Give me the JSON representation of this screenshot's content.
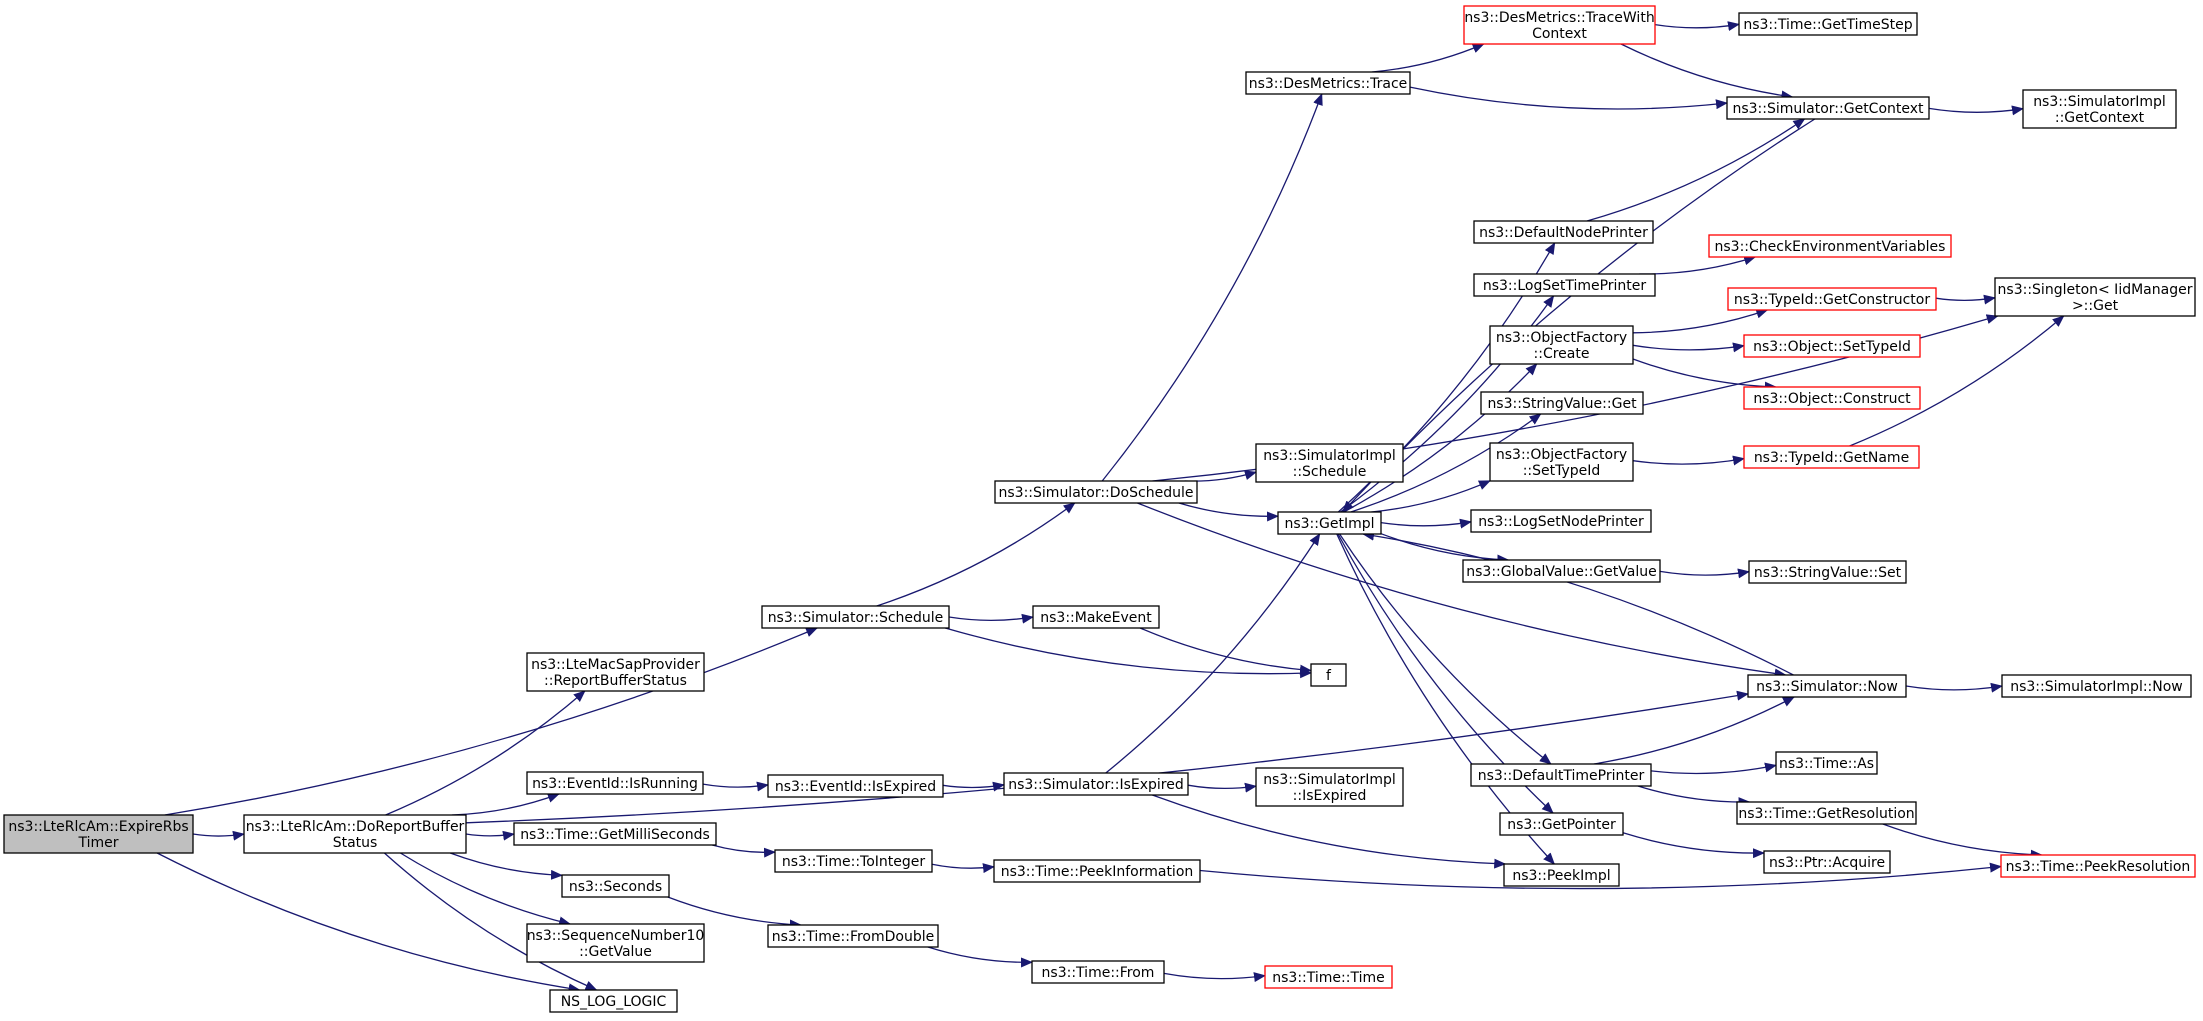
{
  "colors": {
    "edge": "#191970",
    "root_fill": "#bfbfbf",
    "node_border": "#000000",
    "truncated_border": "#ff0000",
    "background": "#ffffff"
  },
  "nodes": [
    {
      "id": "expire",
      "lines": [
        "ns3::LteRlcAm::ExpireRbs",
        "Timer"
      ],
      "style": "root"
    },
    {
      "id": "doreport",
      "lines": [
        "ns3::LteRlcAm::DoReportBuffer",
        "Status"
      ],
      "style": "normal"
    },
    {
      "id": "schedule",
      "lines": [
        "ns3::Simulator::Schedule"
      ],
      "style": "normal"
    },
    {
      "id": "lmsp",
      "lines": [
        "ns3::LteMacSapProvider",
        "::ReportBufferStatus"
      ],
      "style": "normal"
    },
    {
      "id": "evrun",
      "lines": [
        "ns3::EventId::IsRunning"
      ],
      "style": "normal"
    },
    {
      "id": "getms",
      "lines": [
        "ns3::Time::GetMilliSeconds"
      ],
      "style": "normal"
    },
    {
      "id": "seconds",
      "lines": [
        "ns3::Seconds"
      ],
      "style": "normal"
    },
    {
      "id": "seq10",
      "lines": [
        "ns3::SequenceNumber10",
        "::GetValue"
      ],
      "style": "normal"
    },
    {
      "id": "nslog",
      "lines": [
        "NS_LOG_LOGIC"
      ],
      "style": "normal"
    },
    {
      "id": "doschedule",
      "lines": [
        "ns3::Simulator::DoSchedule"
      ],
      "style": "normal"
    },
    {
      "id": "makeevent",
      "lines": [
        "ns3::MakeEvent"
      ],
      "style": "normal"
    },
    {
      "id": "evexp",
      "lines": [
        "ns3::EventId::IsExpired"
      ],
      "style": "normal"
    },
    {
      "id": "toint",
      "lines": [
        "ns3::Time::ToInteger"
      ],
      "style": "normal"
    },
    {
      "id": "fromdouble",
      "lines": [
        "ns3::Time::FromDouble"
      ],
      "style": "normal"
    },
    {
      "id": "desmtrace",
      "lines": [
        "ns3::DesMetrics::Trace"
      ],
      "style": "normal"
    },
    {
      "id": "simimplsched",
      "lines": [
        "ns3::SimulatorImpl",
        "::Schedule"
      ],
      "style": "normal"
    },
    {
      "id": "getimpl",
      "lines": [
        "ns3::GetImpl"
      ],
      "style": "normal"
    },
    {
      "id": "f",
      "lines": [
        "f"
      ],
      "style": "normal"
    },
    {
      "id": "simisexp",
      "lines": [
        "ns3::Simulator::IsExpired"
      ],
      "style": "normal"
    },
    {
      "id": "peekinfo",
      "lines": [
        "ns3::Time::PeekInformation"
      ],
      "style": "normal"
    },
    {
      "id": "timefrom",
      "lines": [
        "ns3::Time::From"
      ],
      "style": "normal"
    },
    {
      "id": "tracectx",
      "lines": [
        "ns3::DesMetrics::TraceWith",
        "Context"
      ],
      "style": "truncated"
    },
    {
      "id": "defnode",
      "lines": [
        "ns3::DefaultNodePrinter"
      ],
      "style": "normal"
    },
    {
      "id": "logtime",
      "lines": [
        "ns3::LogSetTimePrinter"
      ],
      "style": "normal"
    },
    {
      "id": "objcreate",
      "lines": [
        "ns3::ObjectFactory",
        "::Create"
      ],
      "style": "normal"
    },
    {
      "id": "strget",
      "lines": [
        "ns3::StringValue::Get"
      ],
      "style": "normal"
    },
    {
      "id": "objsettype",
      "lines": [
        "ns3::ObjectFactory",
        "::SetTypeId"
      ],
      "style": "normal"
    },
    {
      "id": "lognode",
      "lines": [
        "ns3::LogSetNodePrinter"
      ],
      "style": "normal"
    },
    {
      "id": "gvget",
      "lines": [
        "ns3::GlobalValue::GetValue"
      ],
      "style": "normal"
    },
    {
      "id": "simimplisexp",
      "lines": [
        "ns3::SimulatorImpl",
        "::IsExpired"
      ],
      "style": "normal"
    },
    {
      "id": "deftime",
      "lines": [
        "ns3::DefaultTimePrinter"
      ],
      "style": "normal"
    },
    {
      "id": "getptr",
      "lines": [
        "ns3::GetPointer"
      ],
      "style": "normal"
    },
    {
      "id": "peekimpl",
      "lines": [
        "ns3::PeekImpl"
      ],
      "style": "normal"
    },
    {
      "id": "timetime",
      "lines": [
        "ns3::Time::Time"
      ],
      "style": "truncated"
    },
    {
      "id": "timestep",
      "lines": [
        "ns3::Time::GetTimeStep"
      ],
      "style": "normal"
    },
    {
      "id": "getctx",
      "lines": [
        "ns3::Simulator::GetContext"
      ],
      "style": "normal"
    },
    {
      "id": "checkenv",
      "lines": [
        "ns3::CheckEnvironmentVariables"
      ],
      "style": "truncated"
    },
    {
      "id": "getctor",
      "lines": [
        "ns3::TypeId::GetConstructor"
      ],
      "style": "truncated"
    },
    {
      "id": "objsettid",
      "lines": [
        "ns3::Object::SetTypeId"
      ],
      "style": "truncated"
    },
    {
      "id": "objconstruct",
      "lines": [
        "ns3::Object::Construct"
      ],
      "style": "truncated"
    },
    {
      "id": "getname",
      "lines": [
        "ns3::TypeId::GetName"
      ],
      "style": "truncated"
    },
    {
      "id": "strset",
      "lines": [
        "ns3::StringValue::Set"
      ],
      "style": "normal"
    },
    {
      "id": "simnow",
      "lines": [
        "ns3::Simulator::Now"
      ],
      "style": "normal"
    },
    {
      "id": "timeas",
      "lines": [
        "ns3::Time::As"
      ],
      "style": "normal"
    },
    {
      "id": "getres",
      "lines": [
        "ns3::Time::GetResolution"
      ],
      "style": "normal"
    },
    {
      "id": "ptracq",
      "lines": [
        "ns3::Ptr::Acquire"
      ],
      "style": "normal"
    },
    {
      "id": "simimplctx",
      "lines": [
        "ns3::SimulatorImpl",
        "::GetContext"
      ],
      "style": "normal"
    },
    {
      "id": "singleton",
      "lines": [
        "ns3::Singleton< IidManager",
        ">::Get"
      ],
      "style": "normal"
    },
    {
      "id": "simimplnow",
      "lines": [
        "ns3::SimulatorImpl::Now"
      ],
      "style": "normal"
    },
    {
      "id": "peekres",
      "lines": [
        "ns3::Time::PeekResolution"
      ],
      "style": "truncated"
    }
  ],
  "edges": [
    [
      "expire",
      "doreport"
    ],
    [
      "expire",
      "schedule"
    ],
    [
      "expire",
      "nslog"
    ],
    [
      "doreport",
      "lmsp"
    ],
    [
      "doreport",
      "evrun"
    ],
    [
      "doreport",
      "getms"
    ],
    [
      "doreport",
      "seconds"
    ],
    [
      "doreport",
      "seq10"
    ],
    [
      "doreport",
      "nslog"
    ],
    [
      "doreport",
      "simnow"
    ],
    [
      "schedule",
      "doschedule"
    ],
    [
      "schedule",
      "makeevent"
    ],
    [
      "schedule",
      "f"
    ],
    [
      "evrun",
      "evexp"
    ],
    [
      "evexp",
      "simisexp"
    ],
    [
      "getms",
      "toint"
    ],
    [
      "toint",
      "peekinfo"
    ],
    [
      "peekinfo",
      "peekres"
    ],
    [
      "seconds",
      "fromdouble"
    ],
    [
      "fromdouble",
      "timefrom"
    ],
    [
      "timefrom",
      "timetime"
    ],
    [
      "doschedule",
      "desmtrace"
    ],
    [
      "doschedule",
      "simimplsched"
    ],
    [
      "doschedule",
      "getimpl"
    ],
    [
      "doschedule",
      "simnow"
    ],
    [
      "doschedule",
      "singleton"
    ],
    [
      "makeevent",
      "f"
    ],
    [
      "simisexp",
      "getimpl"
    ],
    [
      "simisexp",
      "simimplisexp"
    ],
    [
      "simisexp",
      "peekimpl"
    ],
    [
      "desmtrace",
      "tracectx"
    ],
    [
      "desmtrace",
      "getctx"
    ],
    [
      "tracectx",
      "timestep"
    ],
    [
      "tracectx",
      "getctx"
    ],
    [
      "getctx",
      "simimplctx"
    ],
    [
      "getctx",
      "getimpl"
    ],
    [
      "getimpl",
      "defnode"
    ],
    [
      "getimpl",
      "logtime"
    ],
    [
      "getimpl",
      "objcreate"
    ],
    [
      "getimpl",
      "strget"
    ],
    [
      "getimpl",
      "objsettype"
    ],
    [
      "getimpl",
      "lognode"
    ],
    [
      "getimpl",
      "gvget"
    ],
    [
      "getimpl",
      "deftime"
    ],
    [
      "getimpl",
      "getptr"
    ],
    [
      "getimpl",
      "peekimpl"
    ],
    [
      "defnode",
      "getctx"
    ],
    [
      "logtime",
      "checkenv"
    ],
    [
      "objcreate",
      "getctor"
    ],
    [
      "objcreate",
      "objsettid"
    ],
    [
      "objcreate",
      "objconstruct"
    ],
    [
      "objsettype",
      "getname"
    ],
    [
      "gvget",
      "strset"
    ],
    [
      "getctor",
      "singleton"
    ],
    [
      "getname",
      "singleton"
    ],
    [
      "simnow",
      "getimpl"
    ],
    [
      "simnow",
      "simimplnow"
    ],
    [
      "deftime",
      "simnow"
    ],
    [
      "deftime",
      "timeas"
    ],
    [
      "deftime",
      "getres"
    ],
    [
      "getres",
      "peekres"
    ],
    [
      "getptr",
      "ptracq"
    ]
  ]
}
